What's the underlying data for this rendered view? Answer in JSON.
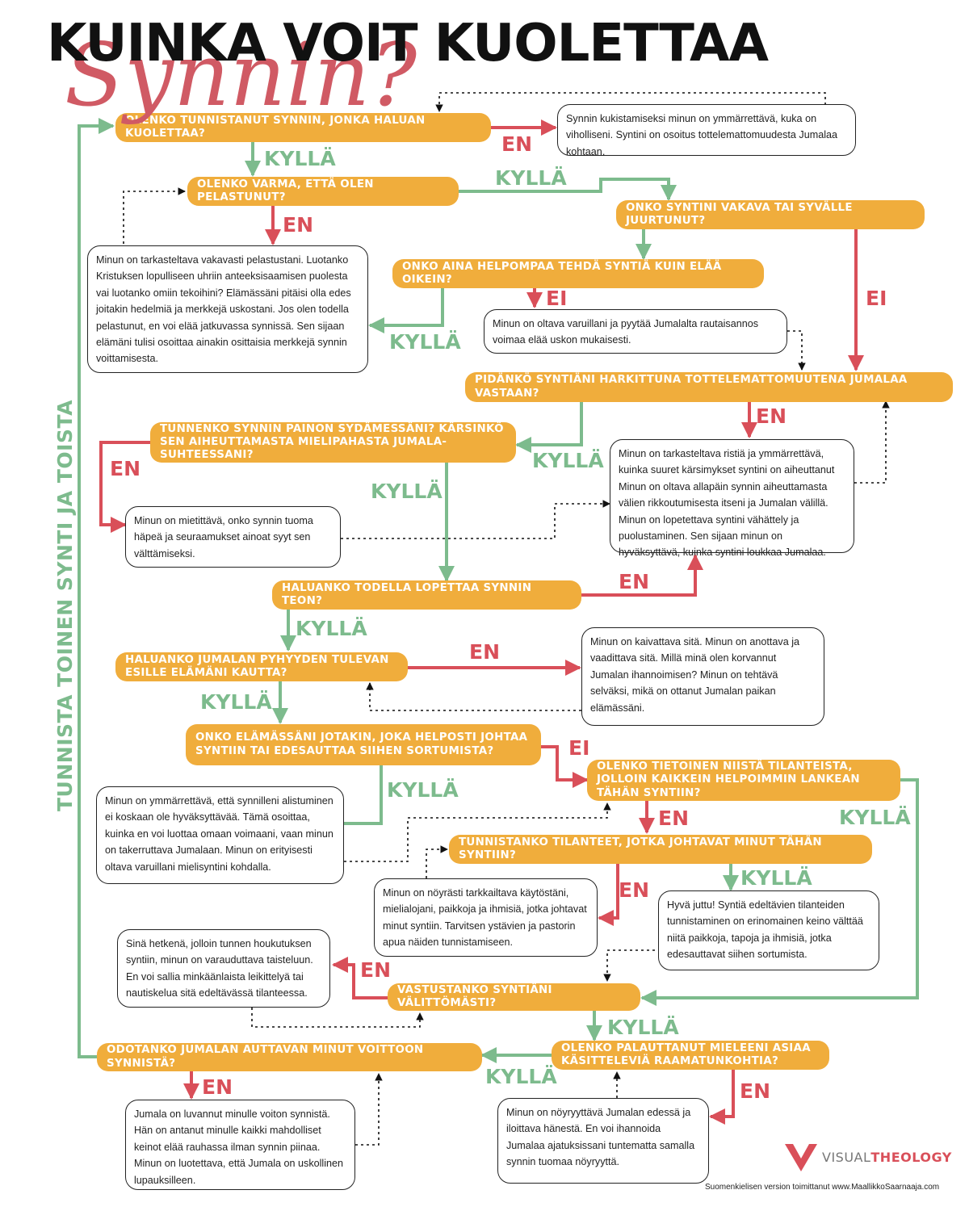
{
  "title": {
    "main": "KUINKA VOIT KUOLETTAA",
    "script": "Synnin?"
  },
  "side_label": "TUNNISTA TOINEN SYNTI JA TOISTA",
  "questions": {
    "q1": "OLENKO TUNNISTANUT SYNNIN, JONKA HALUAN KUOLETTAA?",
    "q2": "OLENKO VARMA, ETTÄ OLEN PELASTUNUT?",
    "q3": "ONKO SYNTINI VAKAVA TAI SYVÄLLE JUURTUNUT?",
    "q4": "ONKO AINA HELPOMPAA TEHDÄ SYNTIÄ KUIN ELÄÄ OIKEIN?",
    "q5": "PIDÄNKÖ SYNTIÄNI HARKITTUNA TOTTELEMATTOMUUTENA JUMALAA VASTAAN?",
    "q6": "TUNNENKO SYNNIN PAINON SYDÄMESSÄNI? KÄRSINKÖ SEN AIHEUTTAMASTA MIELIPAHASTA JUMALA-SUHTEESSANI?",
    "q7": "HALUANKO TODELLA LOPETTAA SYNNIN TEON?",
    "q8": "HALUANKO JUMALAN PYHYYDEN TULEVAN ESILLE ELÄMÄNI KAUTTA?",
    "q9": "ONKO ELÄMÄSSÄNI JOTAKIN, JOKA HELPOSTI JOHTAA SYNTIIN TAI EDESAUTTAA SIIHEN SORTUMISTA?",
    "q10": "OLENKO TIETOINEN NIISTÄ TILANTEISTA, JOLLOIN KAIKKEIN HELPOIMMIN LANKEAN TÄHÄN SYNTIIN?",
    "q11": "TUNNISTANKO TILANTEET, JOTKA JOHTAVAT MINUT TÄHÄN SYNTIIN?",
    "q12": "VASTUSTANKO SYNTIÄNI VÄLITTÖMÄSTI?",
    "q13": "OLENKO PALAUTTANUT MIELEENI ASIAA KÄSITTELEVIÄ RAAMATUNKOHTIA?",
    "q14": "ODOTANKO JUMALAN AUTTAVAN MINUT VOITTOON SYNNISTÄ?"
  },
  "notes": {
    "n1": "Synnin kukistamiseksi minun on ymmärrettävä, kuka on viholliseni. Syntini on osoitus tottelemattomuudesta Jumalaa kohtaan.",
    "n2": "Minun on tarkasteltava vakavasti pelastustani. Luotanko Kristuksen lopulliseen uhriin anteeksisaamisen puolesta vai luotanko omiin tekoihini? Elämässäni pitäisi olla edes joitakin hedelmiä ja merkkejä uskostani. Jos olen todella pelastunut, en voi elää jatkuvassa synnissä. Sen sijaan elämäni tulisi osoittaa ainakin osittaisia merkkejä synnin voittamisesta.",
    "n3": "Minun on oltava varuillani ja pyytää Jumalalta rautaisannos voimaa elää uskon mukaisesti.",
    "n4": "Minun on tarkasteltava ristiä ja ymmärrettävä, kuinka suuret kärsimykset syntini on aiheuttanut Minun on oltava allapäin synnin aiheuttamasta välien rikkoutumisesta itseni ja Jumalan välillä. Minun on lopetettava syntini vähättely ja puolustaminen. Sen sijaan minun on hyväksyttävä, kuinka syntini loukkaa Jumalaa.",
    "n5": "Minun on mietittävä, onko synnin tuoma häpeä ja seuraamukset ainoat syyt sen välttämiseksi.",
    "n6": "Minun on kaivattava sitä. Minun on anottava ja vaadittava sitä. Millä minä olen korvannut Jumalan ihannoimisen? Minun on tehtävä selväksi, mikä on ottanut Jumalan paikan elämässäni.",
    "n7": "Minun on ymmärrettävä, että synnilleni alistuminen ei koskaan ole hyväksyttävää. Tämä osoittaa, kuinka en voi luottaa omaan voimaani, vaan minun on takerruttava Jumalaan. Minun on erityisesti oltava varuillani mielisyntini kohdalla.",
    "n8": "Minun on nöyrästi tarkkailtava käytöstäni, mielialojani, paikkoja ja ihmisiä, jotka johtavat minut syntiin. Tarvitsen ystävien ja pastorin apua näiden tunnistamiseen.",
    "n9": "Hyvä juttu! Syntiä edeltävien tilanteiden tunnistaminen on erinomainen keino välttää niitä paikkoja, tapoja ja ihmisiä, jotka edesauttavat siihen sortumista.",
    "n10": "Sinä hetkenä, jolloin tunnen houkutuksen syntiin, minun on varauduttava taisteluun. En voi sallia minkäänlaista leikittelyä tai nautiskelua sitä edeltävässä tilanteessa.",
    "n11": "Jumala on luvannut minulle voiton synnistä. Hän on antanut minulle kaikki mahdolliset keinot elää rauhassa ilman synnin piinaa. Minun on luotettava, että Jumala on uskollinen lupauksilleen.",
    "n12": "Minun on nöyryyttävä Jumalan edessä ja iloittava hänestä. En voi ihannoida Jumalaa ajatuksissani tuntematta samalla synnin tuomaa nöyryyttä."
  },
  "labels": {
    "kylla": "KYLLÄ",
    "en": "EN",
    "ei": "EI"
  },
  "colors": {
    "question_fill": "#f0ad3c",
    "yes_green": "#7dbb8d",
    "no_red": "#d94f59",
    "title_script": "#d05a64"
  },
  "logo": {
    "part1": "VISUAL",
    "part2": "THEOLOGY"
  },
  "credit": "Suomenkielisen version toimittanut www.MaallikkoSaarnaaja.com"
}
